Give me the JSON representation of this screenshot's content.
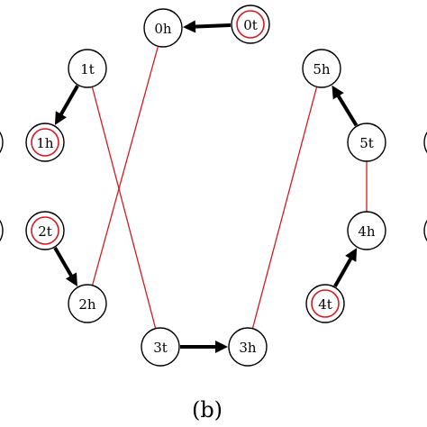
{
  "caption": "(b)",
  "colors": {
    "red": "#d8191f",
    "black": "#000000"
  },
  "nodes": [
    {
      "id": "0h",
      "label": "0h",
      "marked": false
    },
    {
      "id": "0t",
      "label": "0t",
      "marked": true
    },
    {
      "id": "1t",
      "label": "1t",
      "marked": false
    },
    {
      "id": "1h",
      "label": "1h",
      "marked": true
    },
    {
      "id": "2t",
      "label": "2t",
      "marked": true
    },
    {
      "id": "2h",
      "label": "2h",
      "marked": false
    },
    {
      "id": "3t",
      "label": "3t",
      "marked": false
    },
    {
      "id": "3h",
      "label": "3h",
      "marked": false
    },
    {
      "id": "4t",
      "label": "4t",
      "marked": true
    },
    {
      "id": "4h",
      "label": "4h",
      "marked": false
    },
    {
      "id": "5t",
      "label": "5t",
      "marked": false
    },
    {
      "id": "5h",
      "label": "5h",
      "marked": false
    }
  ],
  "red_edges": [
    {
      "from": "0h",
      "to": "2h"
    },
    {
      "from": "1t",
      "to": "3t"
    },
    {
      "from": "5h",
      "to": "3h"
    },
    {
      "from": "5t",
      "to": "4h"
    }
  ],
  "arrows": [
    {
      "from": "0t",
      "to": "0h"
    },
    {
      "from": "1t",
      "to": "1h"
    },
    {
      "from": "2t",
      "to": "2h"
    },
    {
      "from": "3t",
      "to": "3h"
    },
    {
      "from": "4t",
      "to": "4h"
    },
    {
      "from": "5t",
      "to": "5h"
    }
  ]
}
